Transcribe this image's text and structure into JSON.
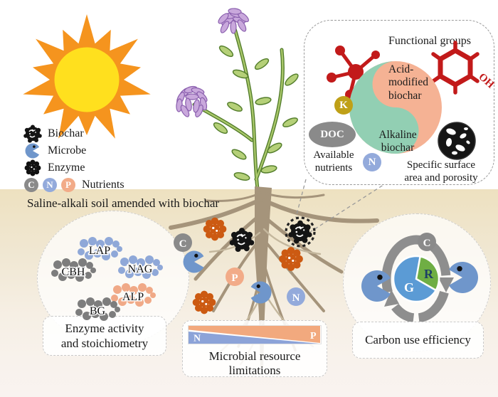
{
  "colors": {
    "sun_ray": "#f5941e",
    "sun_core": "#ffe01e",
    "microbe_blue": "#6f96cb",
    "enzyme_orange": "#cc5a12",
    "badge_c": "#8a8a8a",
    "badge_n": "#93aadb",
    "badge_p": "#f2ab88",
    "badge_k": "#bfa017",
    "acid_salmon": "#f5b294",
    "alkaline_teal": "#92cfb3",
    "molecule_red": "#c21a1a",
    "blob_blue": "#8fa8d8",
    "blob_gray": "#7d7d7d",
    "blob_salmon": "#f0a987",
    "bar_n": "#8ca3d8",
    "bar_p": "#f2a97e",
    "pie_g": "#5b9bd5",
    "pie_r": "#6fae44",
    "root_brown": "#a5947b",
    "biochar_black": "#141414"
  },
  "legend": {
    "biochar": "Biochar",
    "microbe": "Microbe",
    "enzyme": "Enzyme",
    "nutrients": "Nutrients"
  },
  "badges": {
    "c": "C",
    "n": "N",
    "p": "P",
    "k": "K"
  },
  "soil": {
    "title": "Saline-alkali soil amended with biochar"
  },
  "inset": {
    "functional_groups": "Functional groups",
    "acid": "Acid-\nmodified\nbiochar",
    "alkaline": "Alkaline\nbiochar",
    "doc": "DOC",
    "oh": "OH",
    "available": "Available\nnutrients",
    "surface": "Specific surface\narea and porosity"
  },
  "enzymes": {
    "lap": "LAP",
    "nag": "NAG",
    "cbh": "CBH",
    "alp": "ALP",
    "bg": "BG",
    "caption": "Enzyme activity\nand stoichiometry"
  },
  "resources": {
    "n": "N",
    "p": "P",
    "caption": "Microbial resource limitations"
  },
  "cue": {
    "g": "G",
    "r": "R",
    "c": "C",
    "caption": "Carbon use efficiency"
  }
}
